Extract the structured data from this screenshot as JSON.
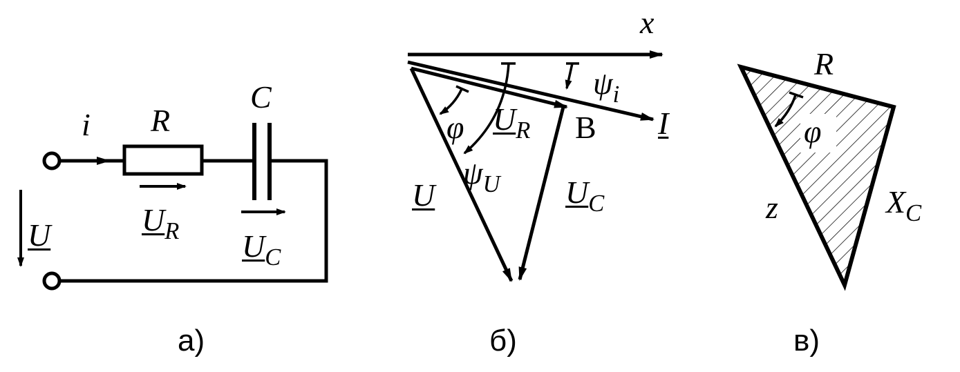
{
  "panels": {
    "a": {
      "caption": "а)",
      "current": "i",
      "resistor": "R",
      "capacitor": "C",
      "voltage": "U",
      "ur_main": "U",
      "ur_sub": "R",
      "uc_main": "U",
      "uc_sub": "C"
    },
    "b": {
      "caption": "б)",
      "x_axis": "x",
      "current_phasor": "I",
      "psi_i_main": "ψ",
      "psi_i_sub": "i",
      "phi": "φ",
      "psi_u_main": "ψ",
      "psi_u_sub": "U",
      "ur_main": "U",
      "ur_sub": "R",
      "point": "В",
      "u": "U",
      "uc_main": "U",
      "uc_sub": "C"
    },
    "v": {
      "caption": "в)",
      "r": "R",
      "phi": "φ",
      "z": "z",
      "xc_main": "X",
      "xc_sub": "C"
    }
  },
  "colors": {
    "ink": "#000000",
    "paper": "#ffffff"
  }
}
